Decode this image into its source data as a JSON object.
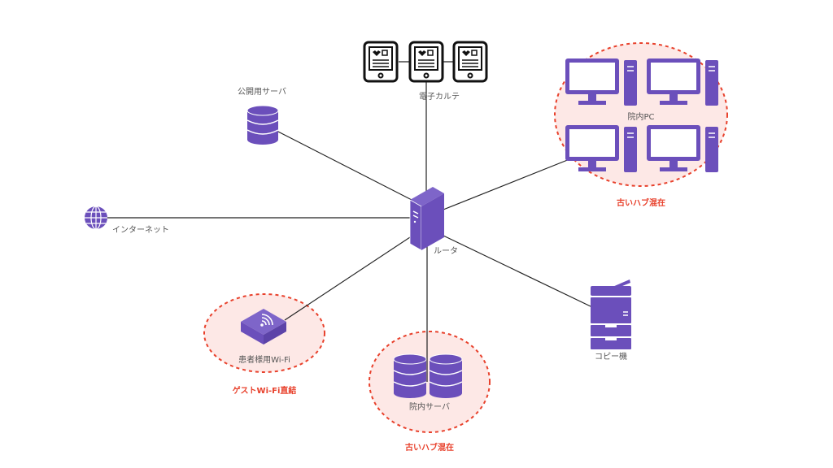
{
  "colors": {
    "node": "#6b4fbb",
    "line": "#222222",
    "zone_fill": "#fde8e6",
    "zone_stroke": "#e8412c",
    "warning_text": "#e8412c",
    "label_text": "#555555"
  },
  "nodes": {
    "router": {
      "label": "ルータ",
      "icon": "server-tower-icon"
    },
    "emr": {
      "label": "電子カルテ",
      "icon": "tablet-medical-record-icon",
      "count": 3
    },
    "public_server": {
      "label": "公開用サーバ",
      "icon": "database-icon"
    },
    "internet": {
      "label": "インターネット",
      "icon": "globe-icon"
    },
    "hospital_pc": {
      "label": "院内PC",
      "icon": "desktop-pc-icon",
      "count": 4,
      "warning": "古いハブ混在"
    },
    "patient_wifi": {
      "label": "患者様用Wi-Fi",
      "icon": "wifi-access-point-icon",
      "warning": "ゲストWi-Fi直結"
    },
    "hospital_server": {
      "label": "院内サーバ",
      "icon": "database-icon",
      "count": 2,
      "warning": "古いハブ混在"
    },
    "copier": {
      "label": "コピー機",
      "icon": "copier-icon"
    }
  }
}
